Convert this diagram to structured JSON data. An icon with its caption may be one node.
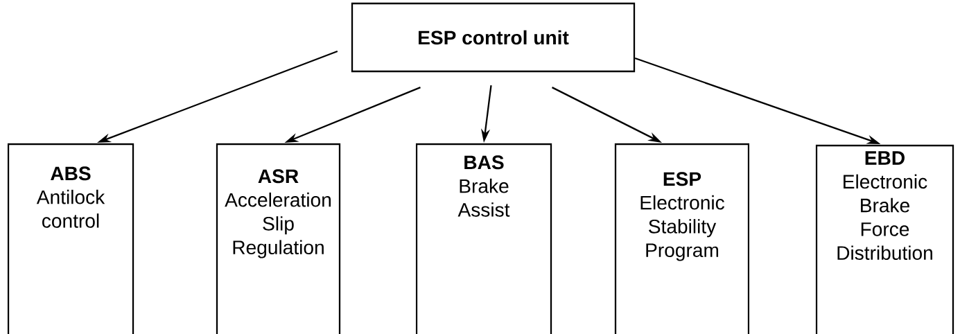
{
  "diagram": {
    "nodes": [
      {
        "text": [
          "ESP control unit"
        ]
      },
      {
        "text": [
          "ABS",
          "Antilock control"
        ]
      },
      {
        "text": [
          "ASR",
          "Acceleration Slip Regulation"
        ]
      },
      {
        "text": [
          "BAS",
          "Brake Assist"
        ]
      },
      {
        "text": [
          "ESP",
          "Electronic Stability Program"
        ]
      },
      {
        "text": [
          "EBD",
          "Electronic Brake Force Distribution"
        ]
      }
    ],
    "edges": [
      {
        "from": 0,
        "to": 1,
        "arrow": "to"
      },
      {
        "from": 0,
        "to": 2,
        "arrow": "to"
      },
      {
        "from": 0,
        "to": 3,
        "arrow": "to"
      },
      {
        "from": 0,
        "to": 4,
        "arrow": "to"
      },
      {
        "from": 0,
        "to": 5,
        "arrow": "to"
      }
    ]
  }
}
